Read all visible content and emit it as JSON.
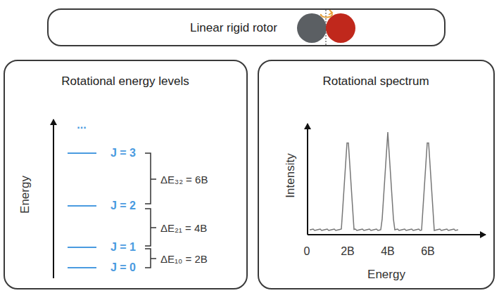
{
  "diagram": {
    "nodes": [
      {
        "text": [
          "Linear rigid rotor"
        ]
      },
      {
        "text": [
          "Rotational energy levels"
        ]
      },
      {
        "text": [
          "Rotational spectrum"
        ]
      }
    ],
    "labels": [
      "...",
      "J = 3",
      "J = 2",
      "J = 1",
      "J = 0",
      "ΔE₃₂ = 6B",
      "ΔE₂₁ = 4B",
      "ΔE₁₀ = 2B",
      "Energy",
      "Intensity",
      "0",
      "2B",
      "4B",
      "6B",
      "Energy"
    ]
  }
}
